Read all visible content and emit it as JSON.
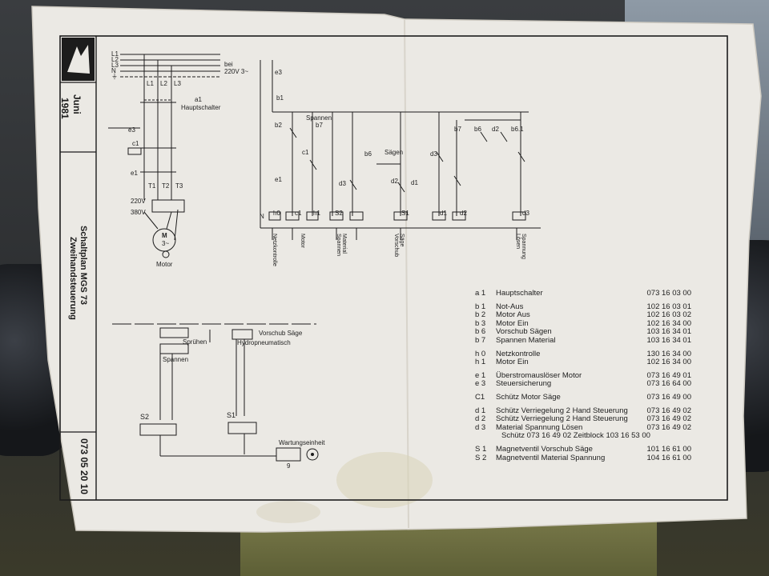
{
  "sidebar": {
    "date_month": "Juni",
    "date_year": "1981",
    "title": "Schaltplan  MGS 73",
    "subtitle": "Zweihandsteuerung",
    "drawing_number": "073 05 20 10"
  },
  "power_circuit": {
    "phase_labels": [
      "L1",
      "L2",
      "L3",
      "N",
      "⏚"
    ],
    "bei_label": "bei",
    "voltage_label": "220V 3~",
    "terminal_labels": [
      "L1",
      "L2",
      "L3"
    ],
    "main_switch_code": "a1",
    "main_switch_label": "Hauptschalter",
    "e3_label": "e3",
    "c1_label": "c1",
    "e1_label": "e1",
    "t_labels": [
      "T1",
      "T2",
      "T3"
    ],
    "voltage_220": "220V",
    "voltage_380": "380V",
    "motor_symbol": "M",
    "motor_phase": "3~",
    "motor_label": "Motor"
  },
  "control_circuit": {
    "e3": "e3",
    "b1": "b1",
    "spannen_label": "Spannen",
    "b2": "b2",
    "b7": "b7",
    "c1a": "c1",
    "c1b": "c1",
    "d3a": "d3",
    "b6": "b6",
    "saegen_label": "Sägen",
    "d2": "d2",
    "d1": "d1",
    "d3b": "d3",
    "b7b": "b7",
    "b6b": "b6",
    "d2b": "d2",
    "b61": "b6.1",
    "e1": "e1",
    "n_label": "N",
    "h0": "h0",
    "h1": "h1",
    "s2": "S2",
    "s1": "S1",
    "c1coil": "c1",
    "d1coil": "d1",
    "d2coil": "d2",
    "d3coil": "d3",
    "bottom_labels": [
      "Netzkontrolle",
      "Motor",
      "Material Spannen",
      "Säge Vorschub",
      "Spannung Lösen"
    ]
  },
  "pneumatic": {
    "spruehen_label": "Sprühen",
    "spannen_label": "Spannen",
    "vorschub_label": "Vorschub  Säge",
    "hydro_label": "Hydropneumatisch",
    "s2_label": "S2",
    "s1_label": "S1",
    "wartung_label": "Wartungseinheit",
    "wartung_number": "9"
  },
  "legend": {
    "groups": [
      [
        {
          "code": "a 1",
          "desc": "Hauptschalter",
          "num": "073 16 03 00"
        }
      ],
      [
        {
          "code": "b 1",
          "desc": "Not-Aus",
          "num": "102 16 03 01"
        },
        {
          "code": "b 2",
          "desc": "Motor   Aus",
          "num": "102 16 03 02"
        },
        {
          "code": "b 3",
          "desc": "Motor   Ein",
          "num": "102 16 34 00"
        },
        {
          "code": "b 6",
          "desc": "Vorschub Sägen",
          "num": "103 16 34 01"
        },
        {
          "code": "b 7",
          "desc": "Spannen Material",
          "num": "103 16 34 01"
        }
      ],
      [
        {
          "code": "h 0",
          "desc": "Netzkontrolle",
          "num": "130 16 34 00"
        },
        {
          "code": "h 1",
          "desc": "Motor   Ein",
          "num": "102 16 34 00"
        }
      ],
      [
        {
          "code": "e 1",
          "desc": "Überstromauslöser Motor",
          "num": "073 16 49 01"
        },
        {
          "code": "e 3",
          "desc": "Steuersicherung",
          "num": "073 16 64 00"
        }
      ],
      [
        {
          "code": "C1",
          "desc": "Schütz Motor Säge",
          "num": "073 16 49 00"
        }
      ],
      [
        {
          "code": "d 1",
          "desc": "Schütz Verriegelung 2 Hand Steuerung",
          "num": "073 16 49 02"
        },
        {
          "code": "d 2",
          "desc": "Schütz Verriegelung 2 Hand Steuerung",
          "num": "073 16 49 02"
        },
        {
          "code": "d 3",
          "desc": "Material Spannung Lösen",
          "num": "073 16 49 02"
        }
      ]
    ],
    "d3_subline": "Schütz 073 16 49 02  Zeitblock 103 16 53 00",
    "valves": [
      {
        "code": "S 1",
        "desc": "Magnetventil Vorschub Säge",
        "num": "101 16 61 00"
      },
      {
        "code": "S 2",
        "desc": "Magnetventil Material Spannung",
        "num": "104 16 61 00"
      }
    ]
  }
}
